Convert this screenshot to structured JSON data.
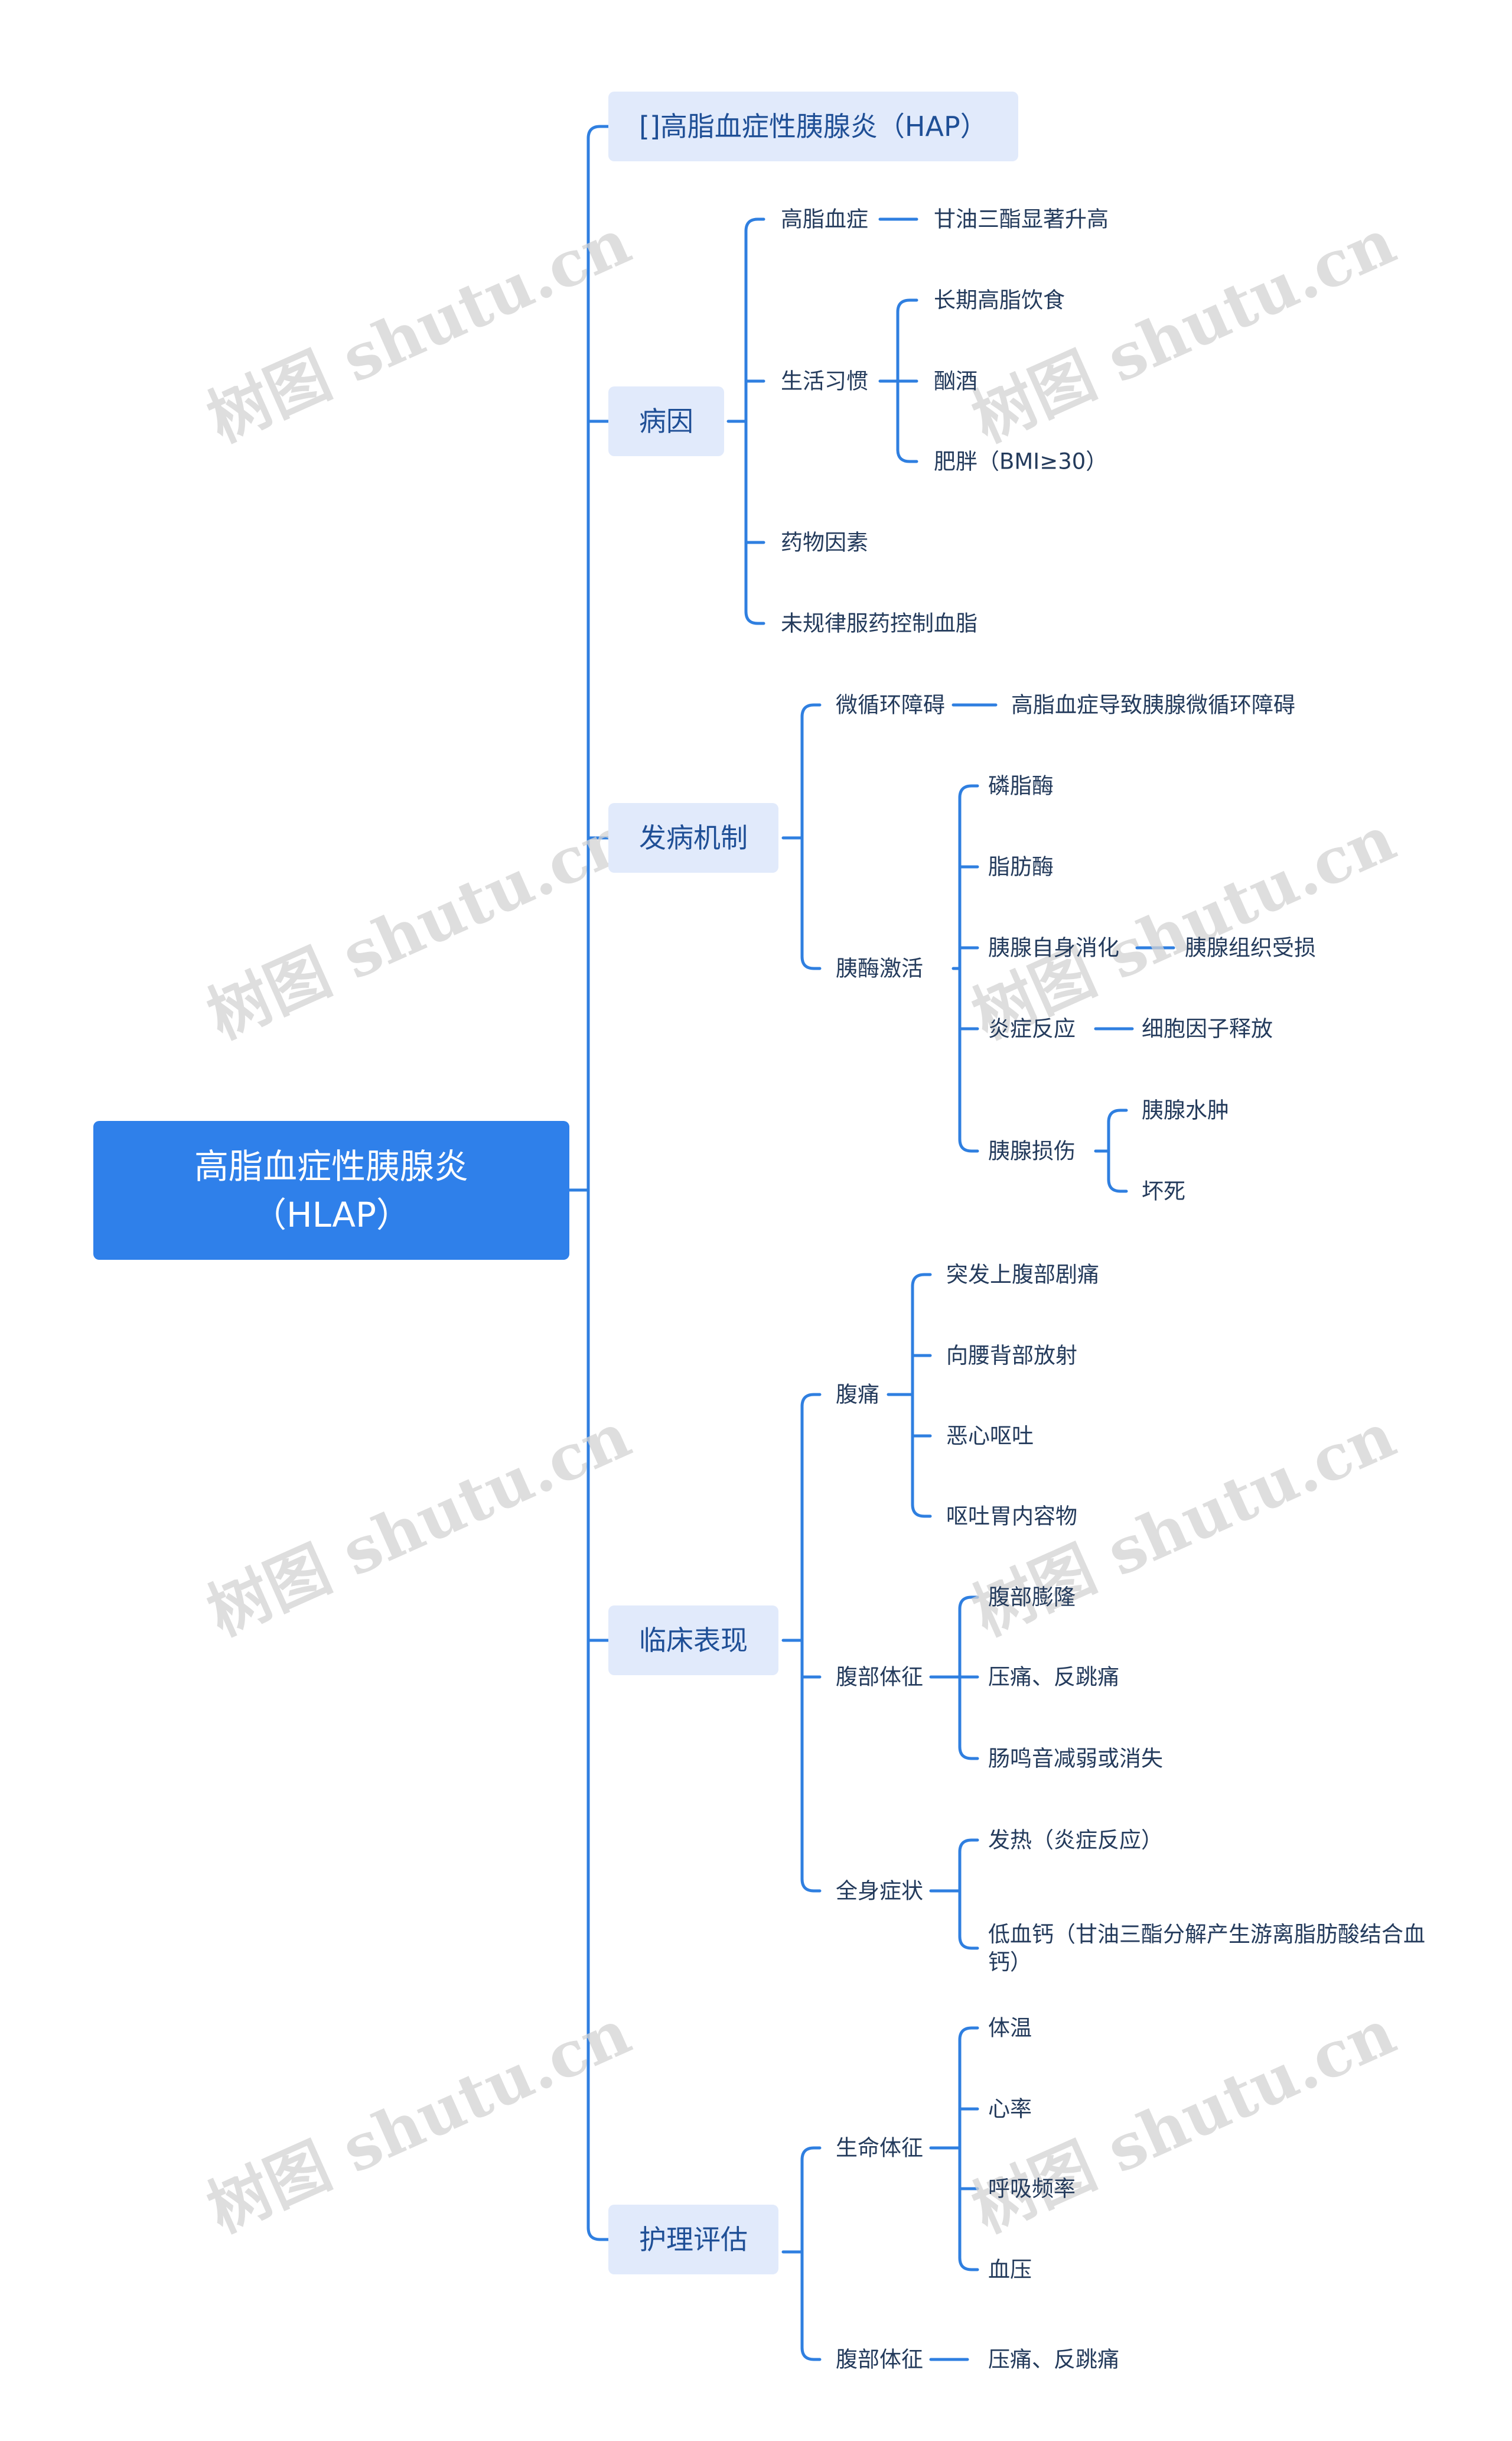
{
  "root": "高脂血症性胰腺炎（HLAP）",
  "watermark": "树图 shutu.cn",
  "branches": {
    "hap": "[]高脂血症性胰腺炎（HAP）",
    "cause": "病因",
    "mechanism": "发病机制",
    "clinical": "临床表现",
    "nursing": "护理评估"
  },
  "cause": {
    "hyperlipidemia": "高脂血症",
    "hyperlipidemia_detail": "甘油三酯显著升高",
    "lifestyle": "生活习惯",
    "lifestyle_items": [
      "长期高脂饮食",
      "酗酒",
      "肥胖（BMI≥30）"
    ],
    "drug": "药物因素",
    "noncompliance": "未规律服药控制血脂"
  },
  "mechanism": {
    "micro": "微循环障碍",
    "micro_detail": "高脂血症导致胰腺微循环障碍",
    "enzyme": "胰酶激活",
    "enzyme_items": [
      "磷脂酶",
      "脂肪酶",
      "胰腺自身消化",
      "炎症反应",
      "胰腺损伤"
    ],
    "autodigestion_detail": "胰腺组织受损",
    "inflammation_detail": "细胞因子释放",
    "injury_items": [
      "胰腺水肿",
      "坏死"
    ]
  },
  "clinical": {
    "pain": "腹痛",
    "pain_items": [
      "突发上腹部剧痛",
      "向腰背部放射",
      "恶心呕吐",
      "呕吐胃内容物"
    ],
    "abdominal": "腹部体征",
    "abdominal_items": [
      "腹部膨隆",
      "压痛、反跳痛",
      "肠鸣音减弱或消失"
    ],
    "systemic": "全身症状",
    "systemic_items": [
      "发热（炎症反应）",
      "低血钙（甘油三酯分解产生游离脂肪酸结合血钙）"
    ]
  },
  "nursing": {
    "vitals": "生命体征",
    "vitals_items": [
      "体温",
      "心率",
      "呼吸频率",
      "血压"
    ],
    "abdominal": "腹部体征",
    "abdominal_detail": "压痛、反跳痛"
  }
}
